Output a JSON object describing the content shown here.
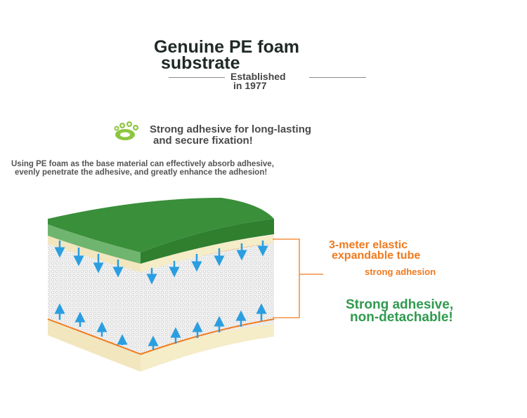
{
  "heading": {
    "line1": "Genuine PE foam",
    "line2": "substrate"
  },
  "established": {
    "line1": "Established",
    "line2": "in 1977"
  },
  "feature": {
    "line1": "Strong adhesive for long-lasting",
    "line2": "and secure fixation!",
    "icon": "paw-print-icon"
  },
  "description": {
    "line1": "Using PE foam as the base material can effectively absorb adhesive,",
    "line2": "evenly penetrate the adhesive, and greatly enhance the adhesion!"
  },
  "callouts": {
    "tube_line1": "3-meter elastic",
    "tube_line2": "expandable tube",
    "adhesion": "strong adhesion",
    "strong_line1": "Strong adhesive,",
    "strong_line2": "non-detachable!"
  },
  "colors": {
    "green": "#2f9a4e",
    "orange": "#f07a1e",
    "arrow_blue": "#2a9ee0",
    "foam_top": "#3a8f3a"
  }
}
